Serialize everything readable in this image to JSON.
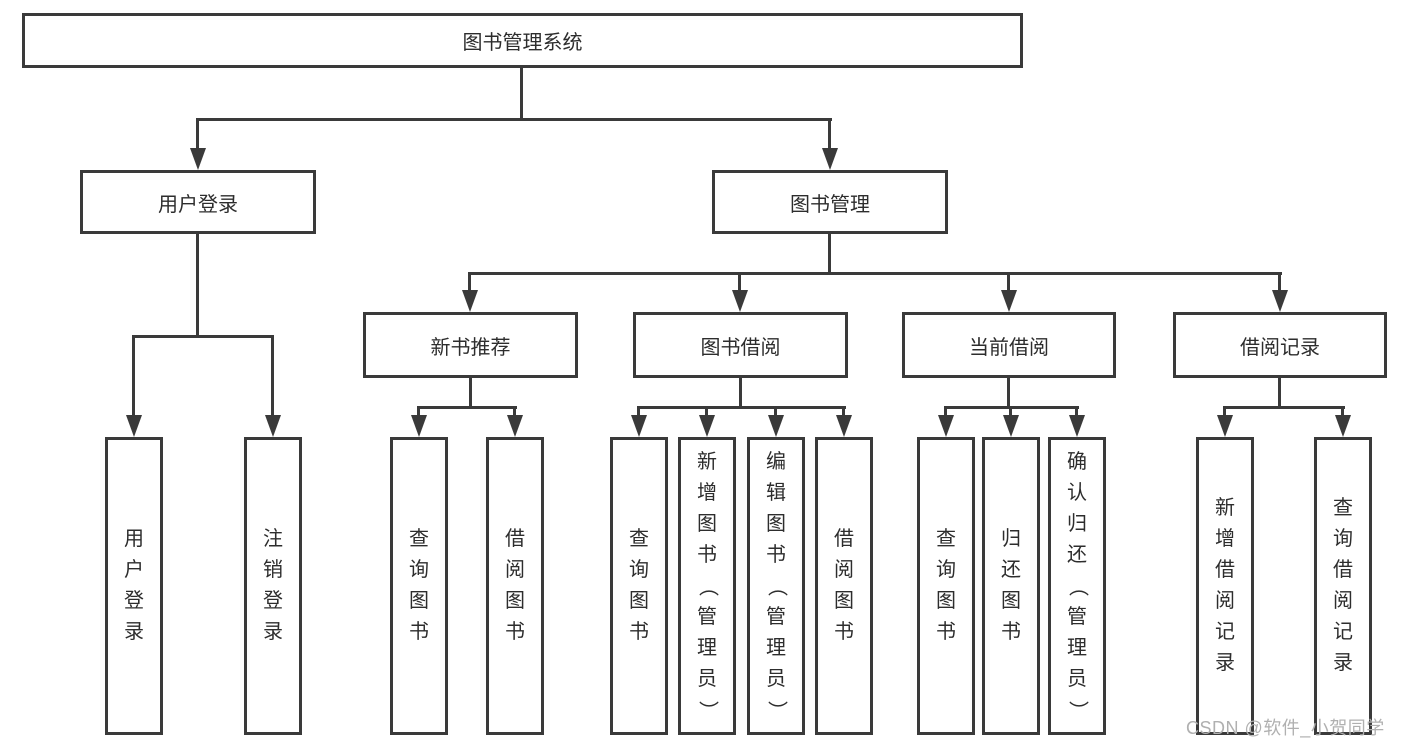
{
  "root": {
    "label": "图书管理系统"
  },
  "branches": [
    {
      "label": "用户登录",
      "children": [
        {
          "label": "用户登录"
        },
        {
          "label": "注销登录"
        }
      ]
    },
    {
      "label": "图书管理",
      "children": [
        {
          "label": "新书推荐",
          "children": [
            {
              "label": "查询图书"
            },
            {
              "label": "借阅图书"
            }
          ]
        },
        {
          "label": "图书借阅",
          "children": [
            {
              "label": "查询图书"
            },
            {
              "label": "新增图书（管理员）"
            },
            {
              "label": "编辑图书（管理员）"
            },
            {
              "label": "借阅图书"
            }
          ]
        },
        {
          "label": "当前借阅",
          "children": [
            {
              "label": "查询图书"
            },
            {
              "label": "归还图书"
            },
            {
              "label": "确认归还（管理员）"
            }
          ]
        },
        {
          "label": "借阅记录",
          "children": [
            {
              "label": "新增借阅记录"
            },
            {
              "label": "查询借阅记录"
            }
          ]
        }
      ]
    }
  ],
  "watermark": "CSDN @软件_小贺同学",
  "colors": {
    "line": "#3a3a3a",
    "text": "#2d2d2d",
    "watermark": "#b0b0b0",
    "background": "#ffffff"
  }
}
